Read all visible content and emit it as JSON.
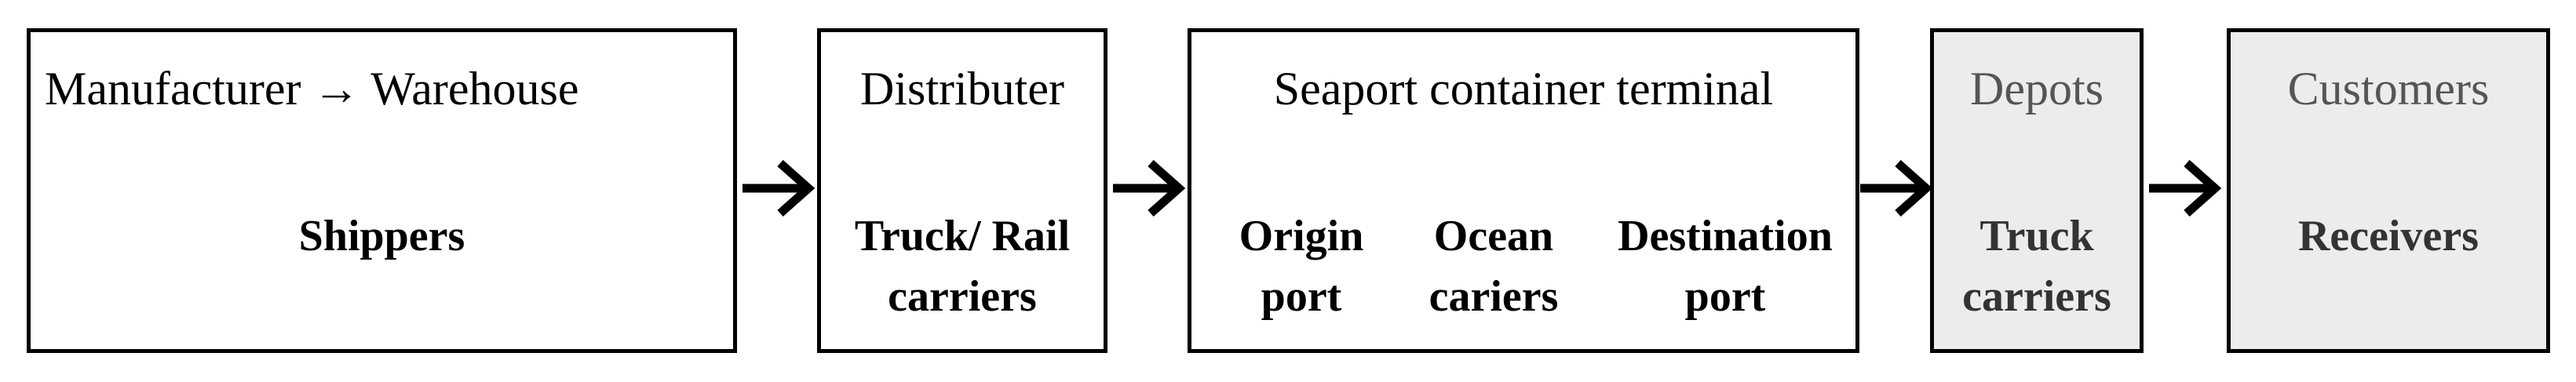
{
  "stages": [
    {
      "title": "Manufacturer → Warehouse",
      "roles": [
        {
          "text": "Shippers"
        }
      ]
    },
    {
      "title": "Distributer",
      "roles": [
        {
          "lines": [
            "Truck/ Rail",
            "carriers"
          ]
        }
      ]
    },
    {
      "title": "Seaport container terminal",
      "roles": [
        {
          "lines": [
            "Origin",
            "port"
          ]
        },
        {
          "lines": [
            "Ocean",
            "cariers"
          ]
        },
        {
          "lines": [
            "Destination",
            "port"
          ]
        }
      ]
    },
    {
      "title": "Depots",
      "roles": [
        {
          "lines": [
            "Truck",
            "carriers"
          ]
        }
      ]
    },
    {
      "title": "Customers",
      "roles": [
        {
          "text": "Receivers"
        }
      ]
    }
  ],
  "colors": {
    "border": "#000000",
    "shaded_fill": "#ececec"
  }
}
